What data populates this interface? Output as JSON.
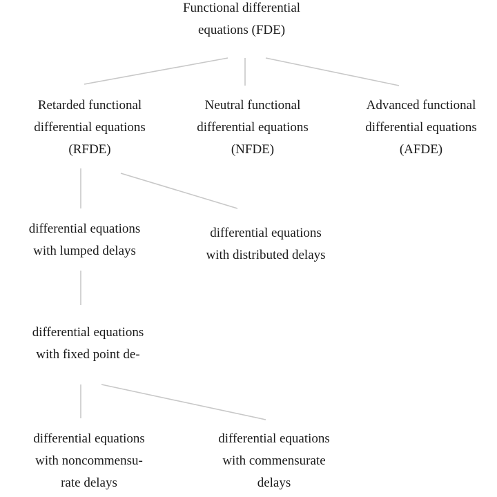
{
  "diagram": {
    "nodes": {
      "fde": [
        "Functional differential",
        "equations (FDE)"
      ],
      "rfde": [
        "Retarded functional",
        "differential equations",
        "(RFDE)"
      ],
      "nfde": [
        "Neutral functional",
        "differential equations",
        "(NFDE)"
      ],
      "afde": [
        "Advanced functional",
        "differential equations",
        "(AFDE)"
      ],
      "lumped": [
        "differential equations",
        "with lumped delays"
      ],
      "distributed": [
        "differential equations",
        "with distributed delays"
      ],
      "fixed": [
        "differential equations",
        "with fixed point de-"
      ],
      "noncomm": [
        "differential equations",
        "with noncommensu-",
        "rate delays"
      ],
      "comm": [
        "differential equations",
        "with commensurate",
        "delays"
      ]
    },
    "edges": [
      [
        "fde",
        "rfde"
      ],
      [
        "fde",
        "nfde"
      ],
      [
        "fde",
        "afde"
      ],
      [
        "rfde",
        "lumped"
      ],
      [
        "rfde",
        "distributed"
      ],
      [
        "lumped",
        "fixed"
      ],
      [
        "fixed",
        "noncomm"
      ],
      [
        "fixed",
        "comm"
      ]
    ],
    "colors": {
      "text": "#1a1a1a",
      "edge": "#c8c8c8",
      "background": "#ffffff"
    }
  }
}
